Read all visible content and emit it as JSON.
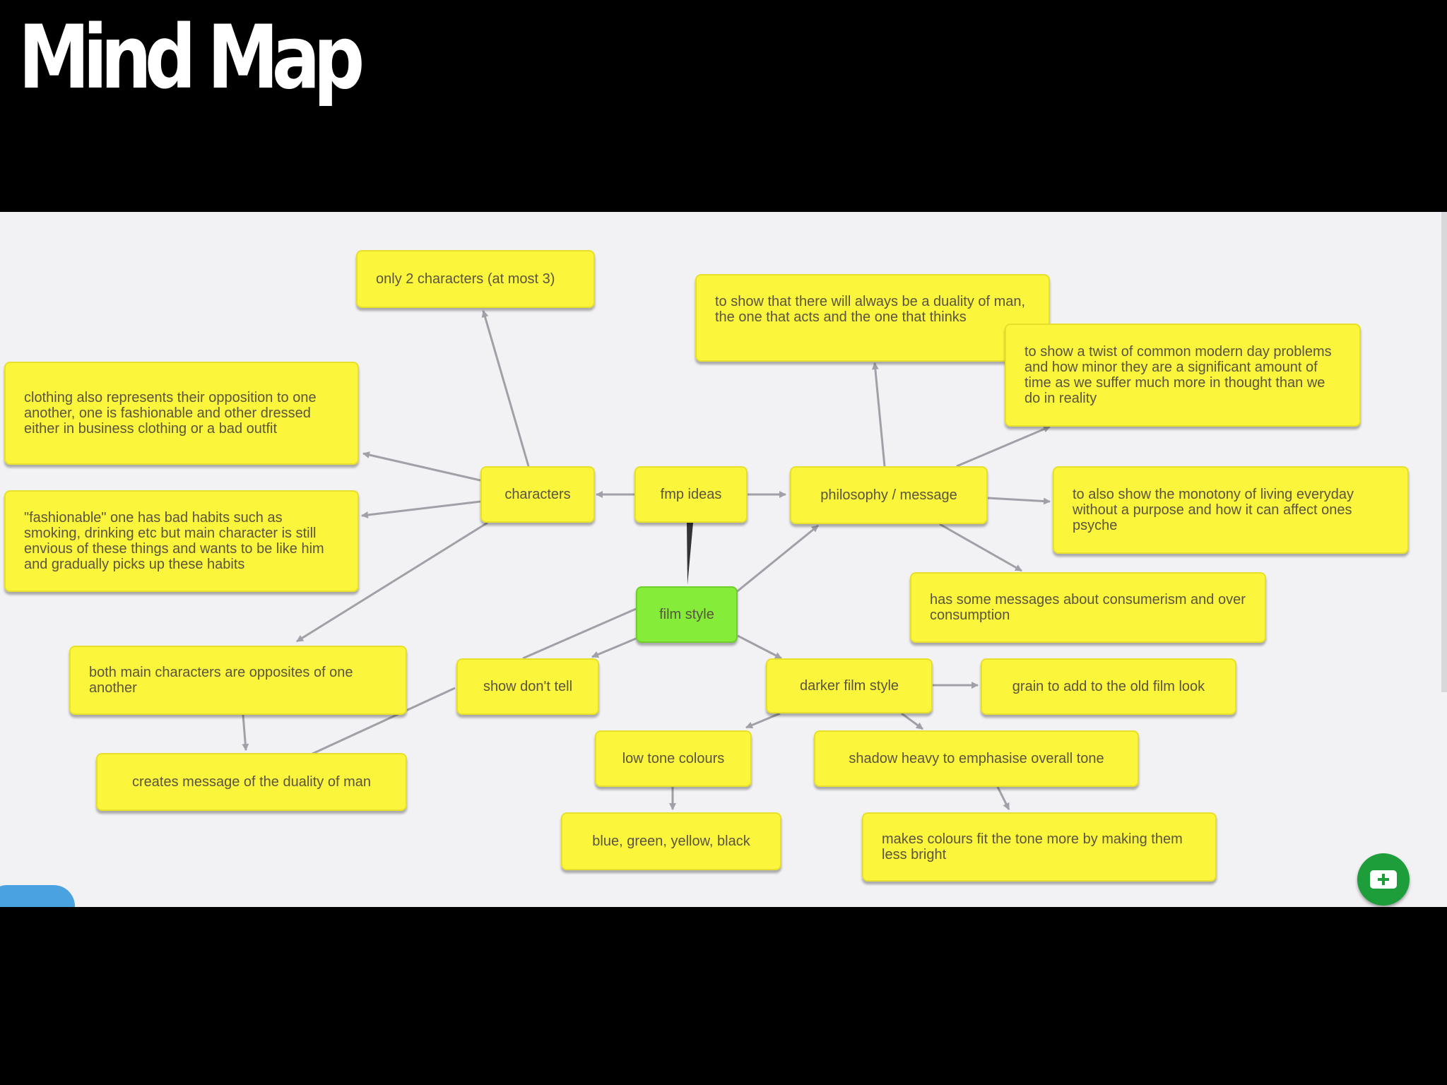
{
  "slide_title": "Mind Map",
  "colors": {
    "node_fill": "#fbf63b",
    "center_node_fill": "#86ec3a",
    "edge": "#a0a0a8",
    "add_button": "#1e9e3a"
  },
  "nodes": {
    "fmp_ideas": "fmp ideas",
    "characters": "characters",
    "philosophy": "philosophy / message",
    "film_style": "film style",
    "only_two": "only 2 characters (at most 3)",
    "clothing": "clothing also represents their opposition to one another, one is fashionable and other dressed either in business clothing or a bad outfit",
    "fashionable": "\"fashionable\" one has bad habits such as smoking, drinking etc but main character is still envious of these things and wants to be like him and gradually picks up these habits",
    "opposites": "both main characters are opposites of one another",
    "duality_message": "creates message of the duality of man",
    "show_dont_tell": "show don't tell",
    "darker_style": "darker film style",
    "grain": "grain to add to the old film look",
    "low_tone": "low tone colours",
    "shadow": "shadow heavy to emphasise overall tone",
    "colour_list": "blue, green, yellow, black",
    "less_bright": "makes colours fit the tone more by making them less bright",
    "duality_of_man": "to show that there will always be a duality of man, the one that acts and the one that thinks",
    "twist": "to show a twist of common modern day problems and how minor they are a significant amount of time as we suffer much more in thought than we do in reality",
    "monotony": "to also show the monotony of living everyday without a purpose and how it can affect ones psyche",
    "consumerism": "has some messages about consumerism and over consumption"
  },
  "icons": {
    "add_button": "add-node-icon"
  }
}
